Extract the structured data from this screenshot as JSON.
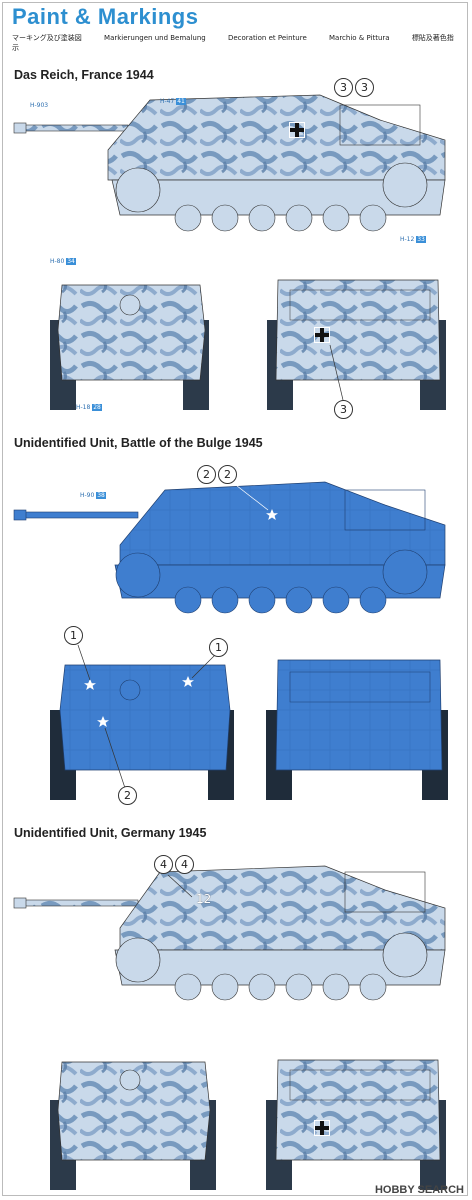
{
  "title": "Paint & Markings",
  "subtitles": [
    "マーキング及び塗装図",
    "Markierungen und Bemalung",
    "Decoration et Peinture",
    "Marchio & Pittura",
    "標貼及著色指示"
  ],
  "sections": [
    {
      "label": "Das Reich, France 1944",
      "callout": [
        "3",
        "3"
      ],
      "rear_callout": "3",
      "codes": {
        "barrel": "H-903",
        "turret": "H-47",
        "turret_num": "41",
        "hull": "H-12",
        "hull_num": "33",
        "front_top": "H-80",
        "front_top_num": "34",
        "front_bottom": "H-18",
        "front_bottom_num": "28"
      },
      "scheme": "whitewash-blue"
    },
    {
      "label": "Unidentified Unit, Battle of the Bulge 1945",
      "callout": [
        "2",
        "2"
      ],
      "front_callouts": [
        "1",
        "1",
        "2"
      ],
      "codes": {
        "barrel": "H-90",
        "barrel_num": "38"
      },
      "scheme": "blue"
    },
    {
      "label": "Unidentified Unit, Germany 1945",
      "callout": [
        "4",
        "4"
      ],
      "hull_number": "12",
      "scheme": "whitewash-blue"
    }
  ],
  "watermark": "HOBBY SEARCH",
  "colors": {
    "title": "#2d8fd0",
    "whitewash": "#c8d8e8",
    "camo": "#6a8fb8",
    "solid_blue": "#3f7ecf",
    "dark": "#2c3a4a"
  }
}
